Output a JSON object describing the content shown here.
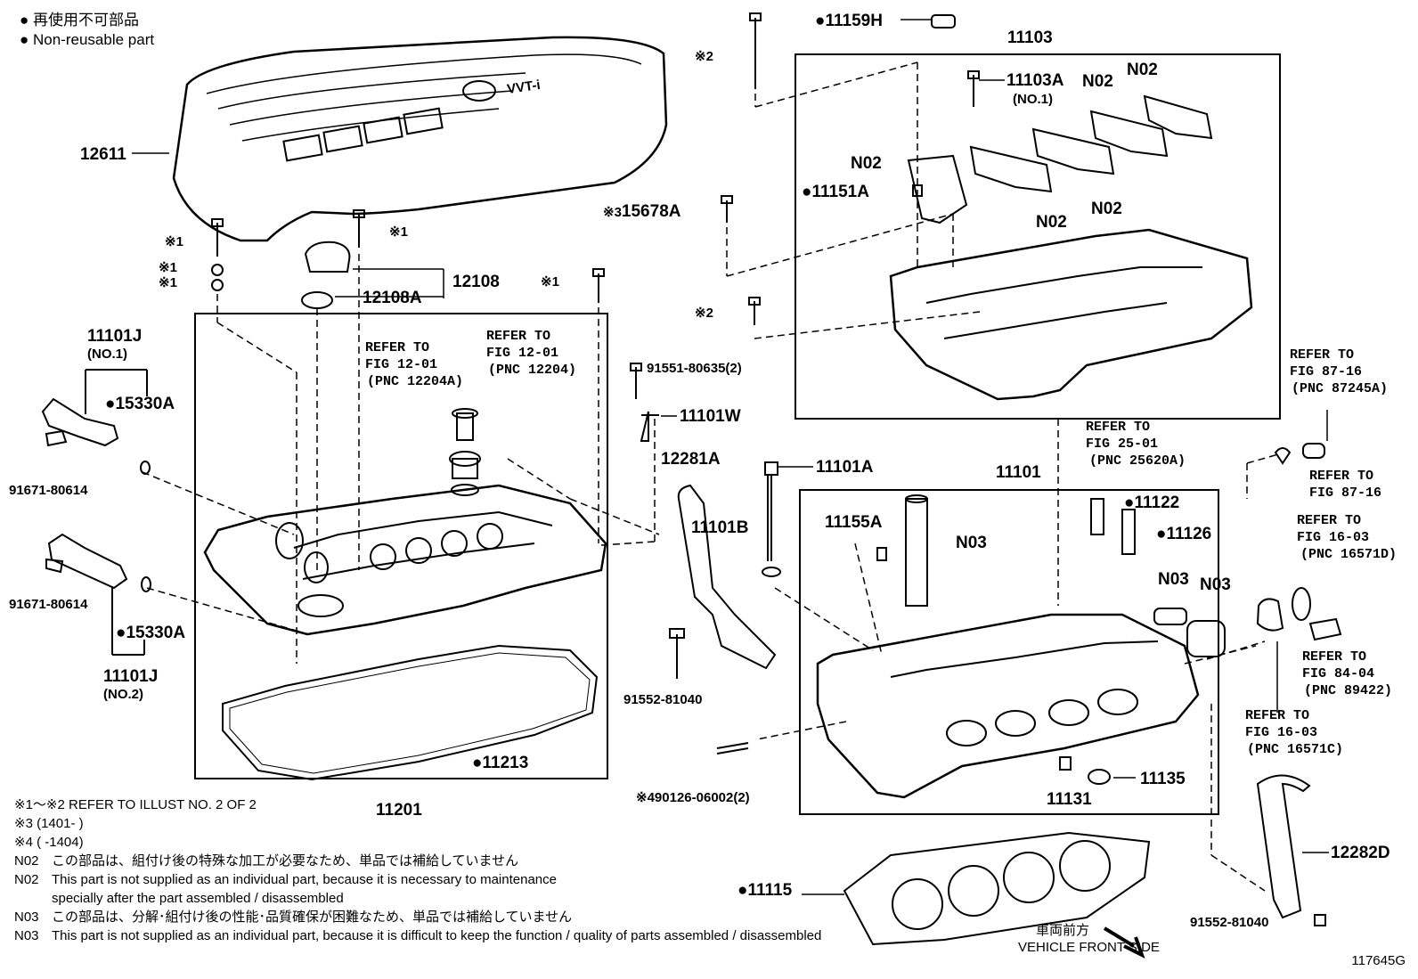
{
  "legend": {
    "jp": "再使用不可部品",
    "en": "Non-reusable part"
  },
  "labels": {
    "p12611": "12611",
    "p12108": "12108",
    "p12108A": "12108A",
    "p11101J": "11101J",
    "no1": "(NO.1)",
    "no2": "(NO.2)",
    "p15330A": "15330A",
    "p91671": "91671-80614",
    "p11201": "11201",
    "p11213": "11213",
    "refer": "REFER TO",
    "fig1201": "FIG 12-01",
    "pnc12204A": "(PNC 12204A)",
    "pnc12204": "(PNC 12204)",
    "p91551": "91551-80635(2)",
    "p11101W": "11101W",
    "p12281A": "12281A",
    "p11101B": "11101B",
    "p11101A": "11101A",
    "p91552": "91552-81040",
    "p90126": "90126-06002(2)",
    "p11159H": "11159H",
    "p11103": "11103",
    "p11103A": "11103A",
    "no1b": "(NO.1)",
    "n02": "N02",
    "n03": "N03",
    "p11151A": "11151A",
    "p15678A": "15678A",
    "fig2501": "FIG 25-01",
    "pnc25620A": "(PNC 25620A)",
    "fig8716": "FIG 87-16",
    "pnc87245A": "(PNC 87245A)",
    "p11101": "11101",
    "p11155A": "11155A",
    "p11122": "11122",
    "p11126": "11126",
    "fig1603": "FIG 16-03",
    "pnc16571D": "(PNC 16571D)",
    "pnc16571C": "(PNC 16571C)",
    "fig8404": "FIG 84-04",
    "pnc89422": "(PNC 89422)",
    "p11131": "11131",
    "p11135": "11135",
    "p11115": "11115",
    "p12282D": "12282D",
    "s1": "※1",
    "s2": "※2",
    "s3": "※3",
    "s4": "※4"
  },
  "notes": {
    "n1": "※1～※2  REFER TO ILLUST NO. 2 OF 2",
    "n2": "※3 (1401-        )",
    "n3": "※4 (        -1404)",
    "n02_tag": "N02",
    "n02_jp": "この部品は、組付け後の特殊な加工が必要なため、単品では補給していません",
    "n02_en1": "This part is not supplied as an individual part, because it is necessary to maintenance",
    "n02_en2": "specially after the part assembled / disassembled",
    "n03_tag": "N03",
    "n03_jp": "この部品は、分解･組付け後の性能･品質確保が困難なため、単品では補給していません",
    "n03_en": "This part is not supplied as an individual part, because it is difficult to keep the function / quality of parts  assembled / disassembled"
  },
  "front": {
    "jp": "車両前方",
    "en": "VEHICLE FRONT SIDE"
  },
  "figure_id": "117645G"
}
